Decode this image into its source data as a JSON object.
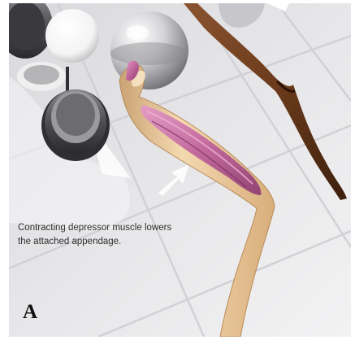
{
  "caption": {
    "line1": "Contracting depressor muscle lowers",
    "line2": "the attached appendage."
  },
  "panel_label": "A",
  "colors": {
    "background": "#e6e6e8",
    "grid_line": "#d2d2d6",
    "appendage": "#e8bf8d",
    "muscle": "#c0649c",
    "tendon_right": "#6b3b1c",
    "sphere": "#cfcfd3",
    "caption_text": "#2e2e2e"
  }
}
